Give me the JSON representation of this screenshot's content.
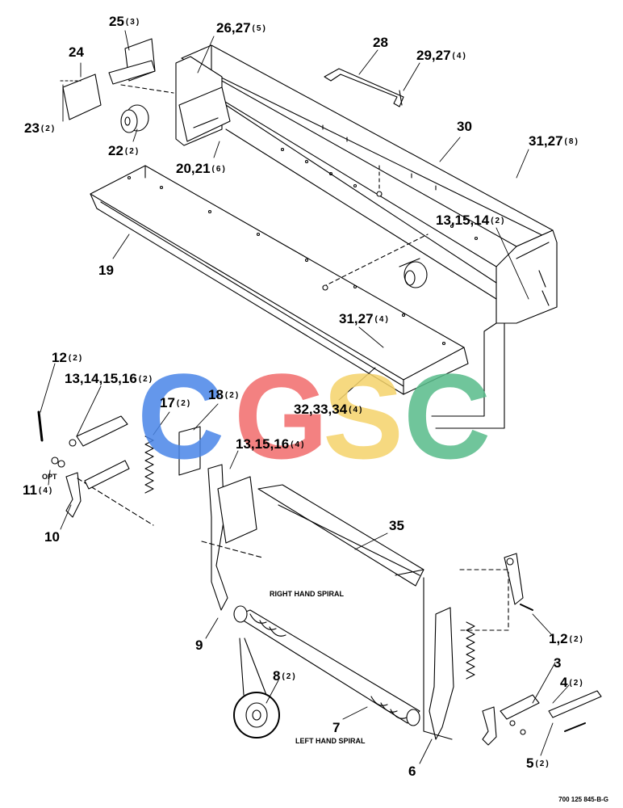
{
  "labels": [
    {
      "name": "label-23",
      "num": "23",
      "qty": "(2)"
    },
    {
      "name": "label-24",
      "num": "24",
      "qty": ""
    },
    {
      "name": "label-25",
      "num": "25",
      "qty": "(3)"
    },
    {
      "name": "label-26-27",
      "num": "26,27",
      "qty": "(5)"
    },
    {
      "name": "label-22",
      "num": "22",
      "qty": "(2)"
    },
    {
      "name": "label-20-21",
      "num": "20,21",
      "qty": "(6)"
    },
    {
      "name": "label-28",
      "num": "28",
      "qty": ""
    },
    {
      "name": "label-29-27",
      "num": "29,27",
      "qty": "(4)"
    },
    {
      "name": "label-30",
      "num": "30",
      "qty": ""
    },
    {
      "name": "label-31-27-top",
      "num": "31,27",
      "qty": "(8)"
    },
    {
      "name": "label-13-15-14",
      "num": "13,15,14",
      "qty": "(2)"
    },
    {
      "name": "label-19",
      "num": "19",
      "qty": ""
    },
    {
      "name": "label-31-27-mid",
      "num": "31,27",
      "qty": "(4)"
    },
    {
      "name": "label-32-33-34",
      "num": "32,33,34",
      "qty": "(4)"
    },
    {
      "name": "label-12",
      "num": "12",
      "qty": "(2)"
    },
    {
      "name": "label-13-14-15-16",
      "num": "13,14,15,16",
      "qty": "(2)"
    },
    {
      "name": "label-17",
      "num": "17",
      "qty": "(2)"
    },
    {
      "name": "label-18",
      "num": "18",
      "qty": "(2)"
    },
    {
      "name": "label-13-15-16",
      "num": "13,15,16",
      "qty": "(4)"
    },
    {
      "name": "label-11",
      "num": "11",
      "qty": "(4)"
    },
    {
      "name": "label-10",
      "num": "10",
      "qty": ""
    },
    {
      "name": "label-35",
      "num": "35",
      "qty": ""
    },
    {
      "name": "label-9",
      "num": "9",
      "qty": ""
    },
    {
      "name": "label-8",
      "num": "8",
      "qty": "(2)"
    },
    {
      "name": "label-7",
      "num": "7",
      "qty": ""
    },
    {
      "name": "label-6",
      "num": "6",
      "qty": ""
    },
    {
      "name": "label-1-2",
      "num": "1,2",
      "qty": "(2)"
    },
    {
      "name": "label-3",
      "num": "3",
      "qty": ""
    },
    {
      "name": "label-4",
      "num": "4",
      "qty": "(2)"
    },
    {
      "name": "label-5",
      "num": "5",
      "qty": "(2)"
    }
  ],
  "notes": {
    "opt": "OPT",
    "right_hand_spiral": "RIGHT HAND SPIRAL",
    "left_hand_spiral": "LEFT HAND SPIRAL"
  },
  "drawing_ref": "700 125 845-B-G",
  "watermark": {
    "letters": [
      "C",
      "G",
      "S",
      "C"
    ],
    "colors": [
      "#4a86e8",
      "#f26c6c",
      "#f5d36a",
      "#58bb8a"
    ]
  }
}
